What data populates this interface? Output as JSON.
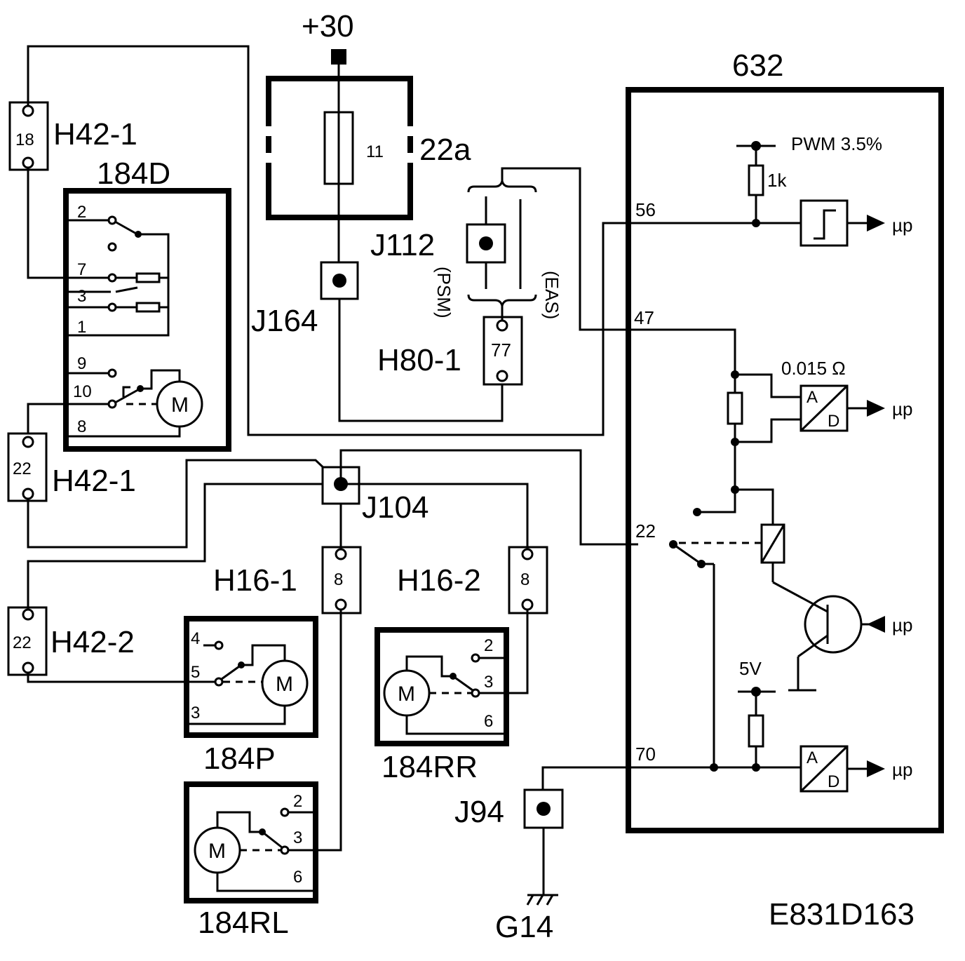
{
  "labels": {
    "supply": "+30",
    "ecu": "632",
    "fuse_box": "22a",
    "fuse_num": "11",
    "j112": "J112",
    "j164": "J164",
    "j104": "J104",
    "j94": "J94",
    "g14": "G14",
    "h80": "H80-1",
    "h80_pin": "77",
    "psm": "(PSM)",
    "eas": "(EAS)",
    "h42_1_top": "H42-1",
    "h42_1_top_pin": "18",
    "h42_1_mid": "H42-1",
    "h42_1_mid_pin": "22",
    "h42_2": "H42-2",
    "h42_2_pin": "22",
    "h16_1": "H16-1",
    "h16_1_pin": "8",
    "h16_2": "H16-2",
    "h16_2_pin": "8",
    "m184d": "184D",
    "m184p": "184P",
    "m184rr": "184RR",
    "m184rl": "184RL",
    "pwm": "PWM 3.5%",
    "r1k": "1k",
    "shunt": "0.015 Ω",
    "v5": "5V",
    "up1": "µp",
    "up2": "µp",
    "up3": "µp",
    "up4": "µp",
    "ecu_pin_56": "56",
    "ecu_pin_47": "47",
    "ecu_pin_22": "22",
    "ecu_pin_70": "70",
    "ad_a1": "A",
    "ad_d1": "D",
    "ad_a2": "A",
    "ad_d2": "D",
    "motor": "M",
    "figure_id": "E831D163"
  },
  "pins_184d": [
    "2",
    "7",
    "3",
    "1",
    "9",
    "10",
    "8"
  ],
  "pins_184p": [
    "4",
    "5",
    "3"
  ],
  "pins_184rr": [
    "2",
    "3",
    "6"
  ],
  "pins_184rl": [
    "2",
    "3",
    "6"
  ]
}
